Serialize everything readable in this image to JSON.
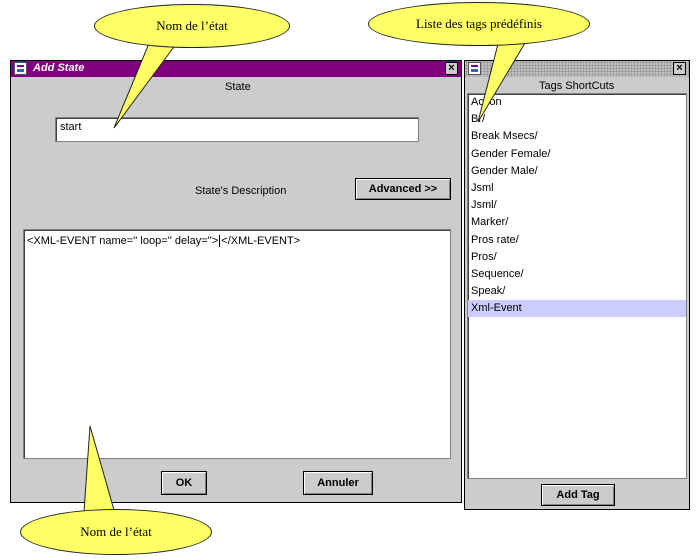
{
  "add_state_window": {
    "title": "Add State",
    "close_glyph": "×",
    "state_label": "State",
    "state_value": "start",
    "description_label": "State's Description",
    "advanced_button": "Advanced >>",
    "content_before_caret": "<XML-EVENT name='' loop='' delay=''>",
    "content_after_caret": "</XML-EVENT>",
    "ok_button": "OK",
    "cancel_button": "Annuler"
  },
  "tags_window": {
    "title": "Tags ShortCuts",
    "close_glyph": "×",
    "items": [
      {
        "label": "Action"
      },
      {
        "label": "Br/"
      },
      {
        "label": "Break Msecs/"
      },
      {
        "label": "Gender Female/"
      },
      {
        "label": "Gender Male/"
      },
      {
        "label": "Jsml"
      },
      {
        "label": "Jsml/"
      },
      {
        "label": "Marker/"
      },
      {
        "label": "Pros rate/"
      },
      {
        "label": "Pros/"
      },
      {
        "label": "Sequence/"
      },
      {
        "label": "Speak/"
      },
      {
        "label": "Xml-Event",
        "selected": true
      }
    ],
    "add_button": "Add Tag"
  },
  "callouts": {
    "state_name_top": "Nom de l’état",
    "predefined_tags": "Liste des tags prédéfinis",
    "state_name_bottom": "Nom de l’état"
  },
  "colors": {
    "active_title": "#800080",
    "window_bg": "#cccccc",
    "selection": "#ccccff",
    "callout": "#ffff66"
  }
}
